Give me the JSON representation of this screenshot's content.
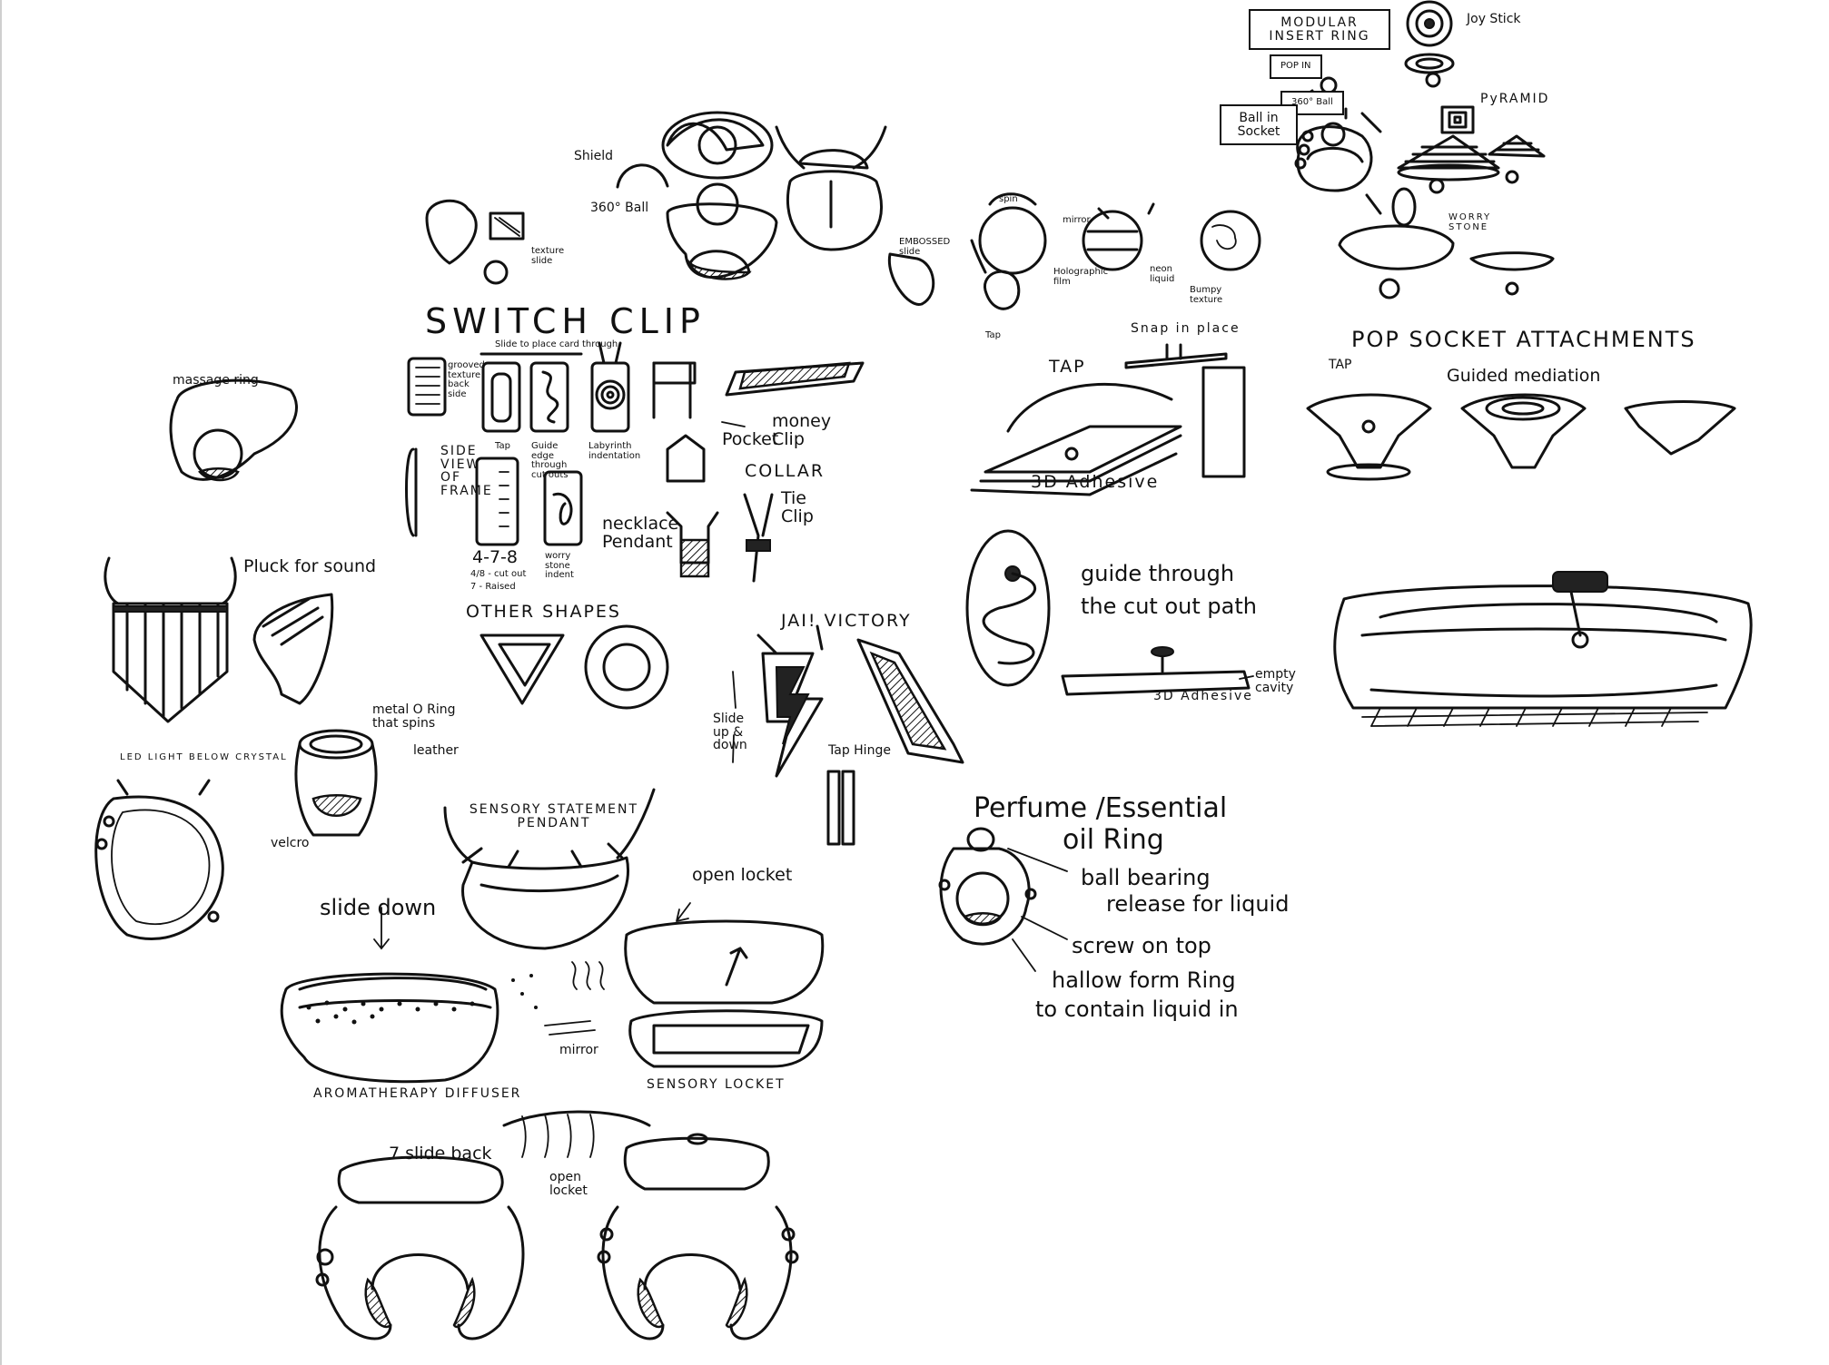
{
  "sketch": {
    "labels": {
      "modular_insert_ring": "MODULAR INSERT RING",
      "joy_stick": "Joy Stick",
      "pop_in": "POP IN",
      "ball_360": "360° Ball",
      "ball_in_socket": "Ball in Socket",
      "pyramid": "PyRAMID",
      "worry_stone_top": "WORRY STONE",
      "shield": "Shield",
      "ball_360_small": "360° Ball",
      "texture_slide": "texture slide",
      "spin": "spin",
      "emboss_slide": "EMBOSSED slide",
      "mirror": "mirror",
      "holographic_film": "Holographic film",
      "neon_liquid": "neon liquid",
      "bumpy_texture": "Bumpy texture",
      "tap_small": "Tap",
      "switch_clip": "SWITCH CLIP",
      "slide_to_place": "Slide to place card through",
      "grooved_texture": "grooved texture back side",
      "tap_a": "Tap",
      "guide_edge": "Guide edge through cut outs",
      "labyrinth": "Labyrinth indentation",
      "pocket": "Pocket",
      "money_clip": "money Clip",
      "collar": "COLLAR",
      "side_view_frame": "SIDE VIEW OF FRAME",
      "code_478": "4-7-8",
      "code_cutout": "4/8 - cut out",
      "code_raised": "7 - Raised",
      "worry_stone_indent": "worry stone indent",
      "necklace_pendant": "necklace Pendant",
      "tie_clip": "Tie Clip",
      "massage_ring": "massage ring",
      "snap_in_place": "Snap in place",
      "tap_large": "TAP",
      "adhesive_3d": "3D Adhesive",
      "pop_socket": "POP SOCKET ATTACHMENTS",
      "tap_pop": "TAP",
      "guided_meditation": "Guided mediation",
      "pluck_for_sound": "Pluck for sound",
      "other_shapes": "OTHER SHAPES",
      "jai_victory": "JAI! VICTORY",
      "slide_up_down": "Slide up & down",
      "tap_hinge": "Tap Hinge",
      "guide_through_1": "guide through",
      "guide_through_2": "the cut out path",
      "empty_cavity": "empty cavity",
      "adhesive_3d_b": "3D Adhesive",
      "led_light": "LED LIGHT BELOW CRYSTAL",
      "metal_o_ring": "metal O Ring that spins",
      "leather": "leather",
      "velcro": "velcro",
      "sensory_pendant": "SENSORY STATEMENT PENDANT",
      "slide_down": "slide down",
      "open_locket": "open locket",
      "aromatherapy": "AROMATHERAPY DIFFUSER",
      "mirror_b": "mirror",
      "sensory_locket": "SENSORY LOCKET",
      "perfume_1": "Perfume /Essential",
      "perfume_2": "oil Ring",
      "ball_bearing_1": "ball bearing",
      "ball_bearing_2": "release for liquid",
      "screw_on_top": "screw on top",
      "hollow_1": "hallow form Ring",
      "hollow_2": "to contain liquid in",
      "slide_back": "7 slide back",
      "open_locket_b": "open locket"
    }
  }
}
